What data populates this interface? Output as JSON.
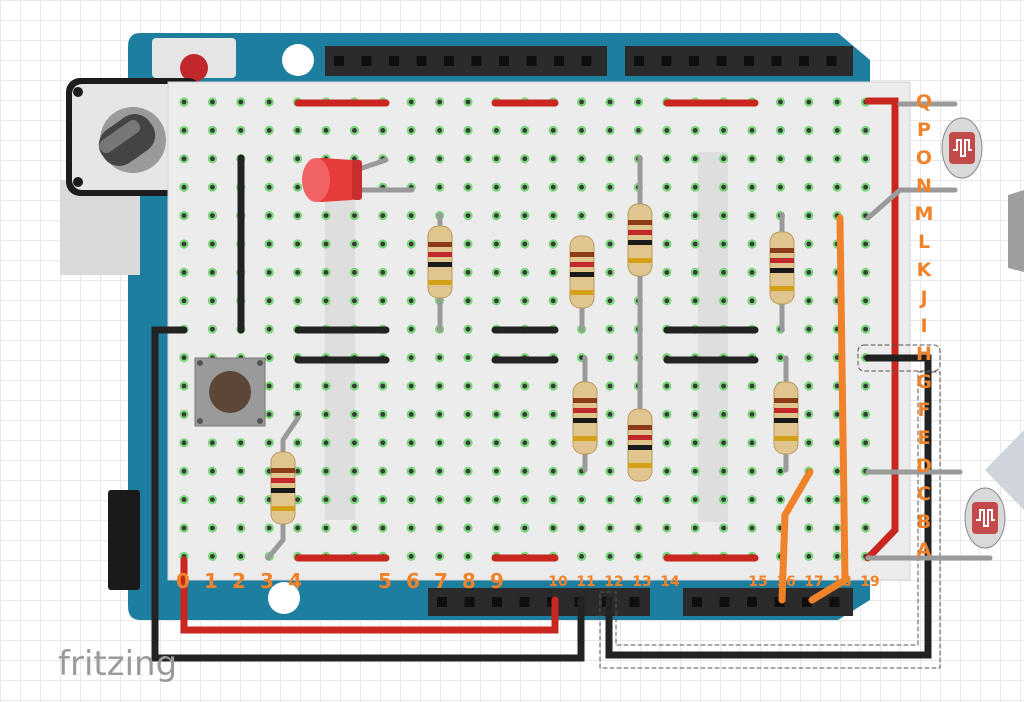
{
  "watermark": "fritzing",
  "column_labels": [
    "0",
    "1",
    "2",
    "3",
    "4",
    "5",
    "6",
    "7",
    "8",
    "9",
    "10",
    "11",
    "12",
    "13",
    "14",
    "15",
    "16",
    "17",
    "18",
    "19"
  ],
  "row_labels": [
    "Q",
    "P",
    "O",
    "N",
    "M",
    "L",
    "K",
    "J",
    "I",
    "H",
    "G",
    "F",
    "E",
    "D",
    "C",
    "B",
    "A"
  ],
  "components": {
    "potentiometer": "potentiometer-icon",
    "led": "led-icon",
    "push_button": "push-button-icon",
    "light_sensor_top": "photoresistor-icon",
    "light_sensor_bottom": "photoresistor-icon",
    "resistor": "resistor-icon"
  },
  "colors": {
    "arduino_board": "#1e7ea0",
    "breadboard": "#ececec",
    "wire_red": "#c8261e",
    "wire_black": "#222222",
    "wire_orange": "#f0832a",
    "label_orange": "#f0832a",
    "connected_hole": "#5fd35f",
    "led": "#e83c3c"
  }
}
